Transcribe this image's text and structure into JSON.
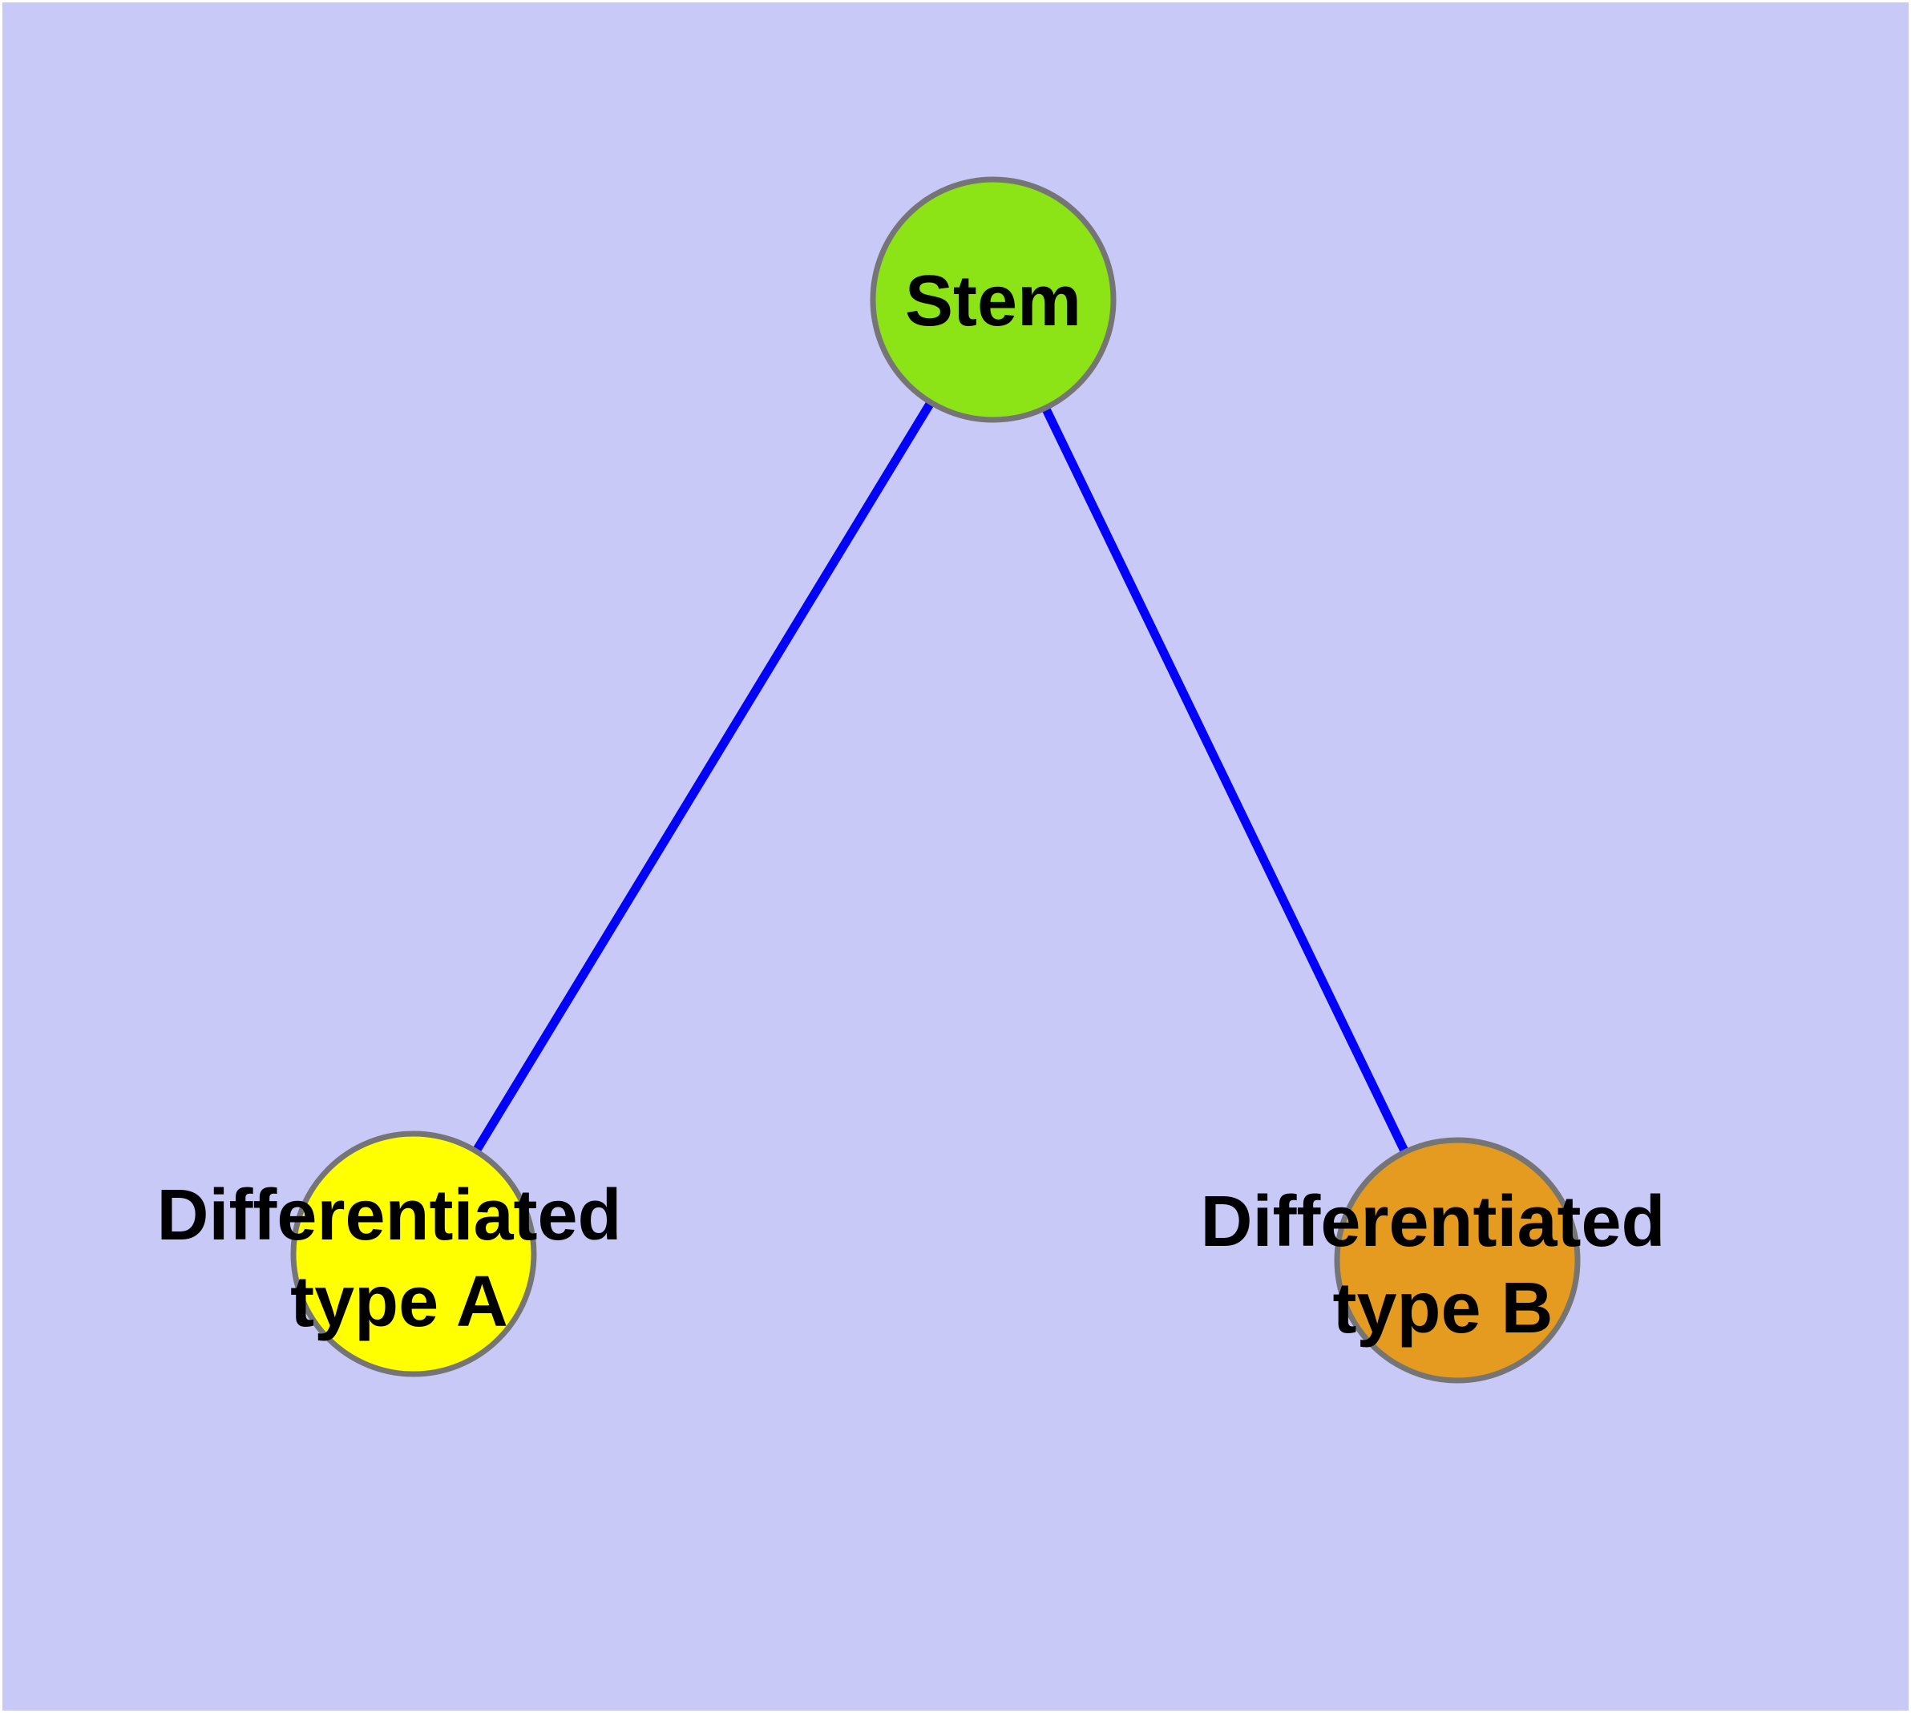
{
  "diagram": {
    "type": "node-link-graph",
    "background_color": "#C9C9F7",
    "edge_color": "#0202FB",
    "node_border_color": "#757575",
    "text_color": "#000000",
    "nodes": [
      {
        "id": "stem",
        "label": "Stem",
        "fill": "#8CE315"
      },
      {
        "id": "differentiated-type-a",
        "label_line1": "Differentiated",
        "label_line2": "type A",
        "fill": "#FFFF00"
      },
      {
        "id": "differentiated-type-b",
        "label_line1": "Differentiated",
        "label_line2": "type B",
        "fill": "#E49B1F"
      }
    ],
    "edges": [
      {
        "from": "stem",
        "to": "differentiated-type-a"
      },
      {
        "from": "stem",
        "to": "differentiated-type-b"
      }
    ]
  }
}
